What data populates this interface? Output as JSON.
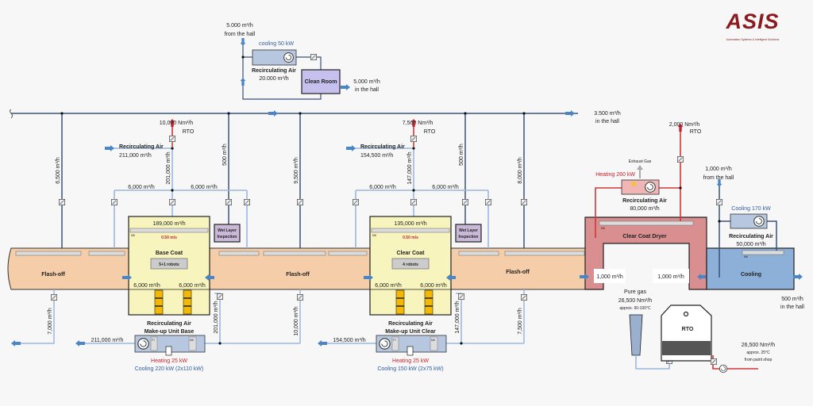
{
  "logo": {
    "text": "ASIS",
    "tagline": "Automation Systems & Intelligent Solutions",
    "color": "#8b1a1f"
  },
  "clean_room": {
    "intake_flow": "5.000 m³/h",
    "intake_note": "from the hall",
    "cooling": "cooling 50 kW",
    "unit_label": "Recirculating Air",
    "unit_flow": "20.000 m³/h",
    "room": "Clean Room",
    "exhaust_flow": "5.000 m³/h",
    "exhaust_note": "in the hall"
  },
  "main_duct": {
    "exhaust_flow": "3.500 m³/h",
    "exhaust_note": "in the hall"
  },
  "zones": {
    "flash_off_1": "Flash-off",
    "flash_off_2": "Flash-off",
    "flash_off_3": "Flash-off"
  },
  "branches": {
    "b1": "6,500 m³/h",
    "b2": "500 m³/h",
    "b3": "9,500 m³/h",
    "b4": "500 m³/h",
    "b5": "8,000 m³/h",
    "d1": "7,000 m³/h",
    "d2": "10,000 m³/h",
    "d3": "7,500 m³/h"
  },
  "base": {
    "rto_flow": "10,000 Nm³/h",
    "rto": "RTO",
    "recirc_label": "Recirculating Air",
    "recirc_flow": "211,000 m³/h",
    "riser": "201,000 m³/h",
    "left": "6,000 m³/h",
    "right": "6,000 m³/h",
    "supply": "189,000 m³/h",
    "filter": "M6",
    "speed": "0.50 m/s",
    "name": "Base Coat",
    "robots": "5+1 robots",
    "in_left": "6,000 m³/h",
    "in_right": "6,000 m³/h",
    "wet1": "Wet Layer",
    "wet2": "Inspection",
    "unit1": "Recirculating Air",
    "unit2": "Make-up Unit Base",
    "out": "211,000 m³/h",
    "return": "201,000 m³/h",
    "heating": "Heating 25 kW",
    "cooling": "Cooling 220 kW (2x110 kW)",
    "f7": "F7",
    "m6": "M6"
  },
  "clear": {
    "rto_flow": "7,500 Nm³/h",
    "rto": "RTO",
    "recirc_label": "Recirculating Air",
    "recirc_flow": "154,500 m³/h",
    "riser": "147,000 m³/h",
    "left": "6,000 m³/h",
    "right": "6,000 m³/h",
    "supply": "135,000 m³/h",
    "filter": "M6",
    "speed": "0.50 m/s",
    "name": "Clear Coat",
    "robots": "4 robots",
    "in_left": "6,000 m³/h",
    "in_right": "6,000 m³/h",
    "wet1": "Wet Layer",
    "wet2": "Inspection",
    "unit1": "Recirculating Air",
    "unit2": "Make-up Unit Clear",
    "out": "154,500 m³/h",
    "return": "147,000 m³/h",
    "heating": "Heating 25 kW",
    "cooling": "Cooling 150 kW (2x75 kW)",
    "f7": "F7",
    "m6": "M6"
  },
  "dryer": {
    "name": "Clear Coat Dryer",
    "filter": "M6",
    "heating": "Heating 260 kW",
    "exhaust_gas": "Exhaust Gas",
    "unit_label": "Recirculating Air",
    "unit_flow": "80,000 m³/h",
    "rto_flow": "2,000 Nm³/h",
    "rto": "RTO",
    "in_left": "1,000 m³/h",
    "in_right": "1,000 m³/h"
  },
  "cooling": {
    "intake_flow": "1,000 m³/h",
    "intake_note": "from the hall",
    "power": "Cooling 170 kW",
    "unit_label": "Recirculating Air",
    "unit_flow": "50,000 m³/h",
    "name": "Cooling",
    "filter": "M6",
    "exhaust_flow": "500 m³/h",
    "exhaust_note": "in the hall"
  },
  "rto": {
    "stack_label": "Pure gas",
    "stack_flow": "26,500 Nm³/h",
    "stack_temp": "approx. 90-100°C",
    "name": "RTO",
    "in_flow": "26,500 Nm³/h",
    "in_temp": "approx. 25°C",
    "in_note": "from paint shop"
  },
  "colors": {
    "flash_off": "#f5cda8",
    "booth": "#f8f4be",
    "dryer": "#d98f8f",
    "cooling": "#8db0d9",
    "heating_text": "#c8232c",
    "cooling_text": "#2f5e9e"
  }
}
